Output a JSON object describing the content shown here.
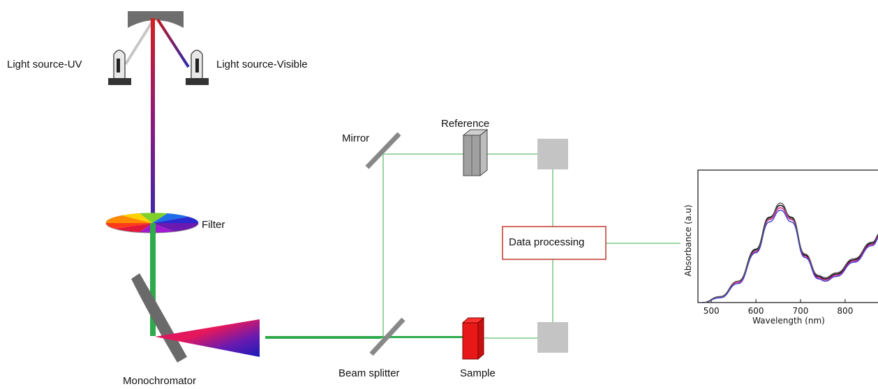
{
  "labels": {
    "light_uv": "Light source-UV",
    "light_visible": "Light source-Visible",
    "filter": "Filter",
    "monochromator": "Monochromator",
    "mirror": "Mirror",
    "reference": "Reference",
    "beam_splitter": "Beam splitter",
    "sample": "Sample",
    "data_processing": "Data processing"
  },
  "colors": {
    "beam": "#2eaa4a",
    "thin_beam": "#5fbf6f",
    "sample": "#e81818",
    "detector": "#c4c4c4",
    "box_border": "#c0392b",
    "mirror": "#707070"
  },
  "chart_data": {
    "type": "line",
    "xlabel": "Wavelength (nm)",
    "ylabel": "Absorbance (a.u)",
    "xticks": [
      500,
      600,
      700,
      800
    ],
    "xlim": [
      470,
      880
    ],
    "ylim": [
      0,
      1
    ],
    "series": [
      {
        "x": [
          480,
          520,
          560,
          600,
          630,
          655,
          680,
          710,
          740,
          755,
          780,
          820,
          860,
          880
        ],
        "values": [
          0.0,
          0.05,
          0.18,
          0.45,
          0.72,
          0.82,
          0.72,
          0.4,
          0.22,
          0.2,
          0.24,
          0.36,
          0.5,
          0.58
        ]
      },
      {
        "x": [
          480,
          520,
          560,
          600,
          630,
          655,
          680,
          710,
          740,
          755,
          780,
          820,
          860,
          880
        ],
        "values": [
          0.0,
          0.05,
          0.17,
          0.43,
          0.7,
          0.8,
          0.7,
          0.39,
          0.21,
          0.19,
          0.23,
          0.35,
          0.49,
          0.57
        ]
      },
      {
        "x": [
          480,
          520,
          560,
          600,
          630,
          655,
          680,
          710,
          740,
          755,
          780,
          820,
          860,
          880
        ],
        "values": [
          0.0,
          0.04,
          0.16,
          0.42,
          0.68,
          0.78,
          0.68,
          0.38,
          0.2,
          0.18,
          0.22,
          0.34,
          0.48,
          0.56
        ]
      },
      {
        "x": [
          480,
          520,
          560,
          600,
          630,
          655,
          680,
          710,
          740,
          755,
          780,
          820,
          860,
          880
        ],
        "values": [
          0.0,
          0.05,
          0.18,
          0.44,
          0.71,
          0.84,
          0.71,
          0.41,
          0.23,
          0.21,
          0.25,
          0.37,
          0.51,
          0.59
        ]
      }
    ],
    "series_colors": [
      "#000000",
      "#d61e8c",
      "#3a3ad0",
      "#555555"
    ]
  }
}
